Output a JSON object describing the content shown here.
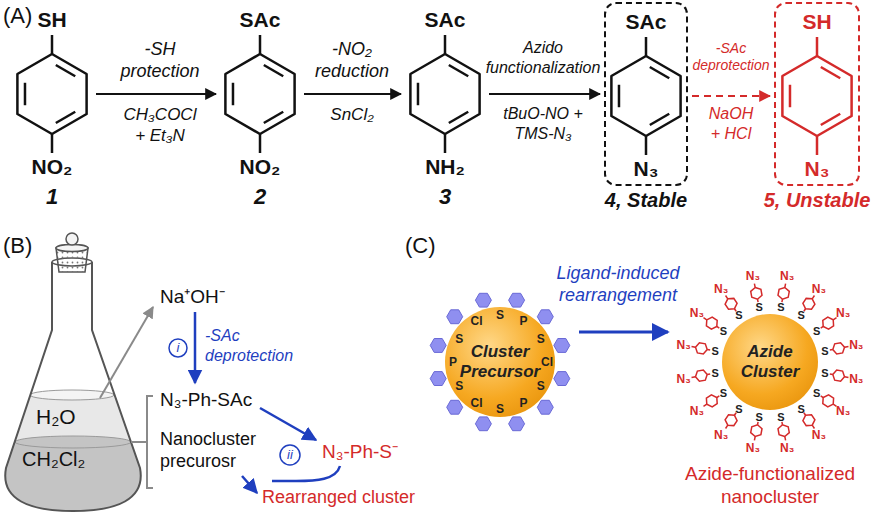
{
  "diagram": {
    "nodes": [
      {
        "text": [
          "SH",
          "NO₂",
          "1"
        ]
      },
      {
        "text": [
          "SAc",
          "NO₂",
          "2"
        ]
      },
      {
        "text": [
          "SAc",
          "NH₂",
          "3"
        ]
      },
      {
        "text": [
          "SAc",
          "N₃",
          "4, Stable"
        ]
      },
      {
        "text": [
          "SH",
          "N₃",
          "5, Unstable"
        ]
      },
      {
        "text": [
          "Cluster Precursor"
        ]
      },
      {
        "text": [
          "Azide Cluster"
        ]
      }
    ],
    "edges": [
      {
        "from": 0,
        "to": 1,
        "arrow": "to"
      },
      {
        "from": 1,
        "to": 2,
        "arrow": "to"
      },
      {
        "from": 2,
        "to": 3,
        "arrow": "to"
      },
      {
        "from": 3,
        "to": 4,
        "arrow": "to"
      },
      {
        "from": 5,
        "to": 6,
        "arrow": "to"
      }
    ],
    "labels": [
      "(A)",
      "-SH protection",
      "CH₃COCl + Et₃N",
      "-NO₂ reduction",
      "SnCl₂",
      "Azido functionalization",
      "tBuO-NO + TMS-N₃",
      "-SAc deprotection",
      "NaOH + HCl",
      "(B)",
      "H₂O",
      "CH₂Cl₂",
      "Na⁺OH⁻",
      "i",
      "-SAc deprotection",
      "N₃-Ph-SAc",
      "Nanocluster precurosr",
      "N₃-Ph-S⁻",
      "ii",
      "Rearranged cluster",
      "(C)",
      "Ligand-induced rearrangement",
      "Azide-functionalized nanocluster",
      "S",
      "P",
      "S",
      "Cl",
      "S",
      "P",
      "S",
      "Cl",
      "S",
      "P",
      "S",
      "Cl",
      "S",
      "N₃",
      "S",
      "N₃",
      "S",
      "N₃",
      "S",
      "N₃",
      "S",
      "N₃",
      "S",
      "N₃",
      "S",
      "N₃",
      "S",
      "N₃",
      "S",
      "N₃",
      "S",
      "N₃",
      "S",
      "N₃",
      "S",
      "N₃",
      "S",
      "N₃",
      "S",
      "N₃",
      "S",
      "N₃",
      "S",
      "N₃"
    ]
  }
}
